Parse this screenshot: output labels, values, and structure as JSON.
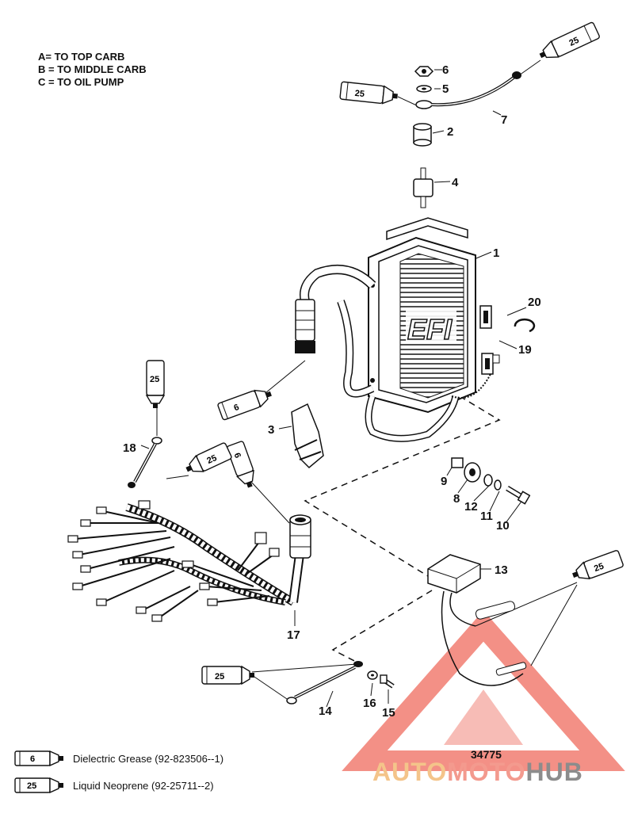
{
  "notes": {
    "a": "A= TO TOP CARB",
    "b": "B = TO MIDDLE CARB",
    "c": "C = TO OIL PUMP"
  },
  "callouts": {
    "p1": "1",
    "p2": "2",
    "p3": "3",
    "p4": "4",
    "p5": "5",
    "p6": "6",
    "p7": "7",
    "p8": "8",
    "p9": "9",
    "p10": "10",
    "p11": "11",
    "p12": "12",
    "p13": "13",
    "p14": "14",
    "p15": "15",
    "p16": "16",
    "p17": "17",
    "p18": "18",
    "p19": "19",
    "p20": "20"
  },
  "module_logo": "EFI",
  "tubes": {
    "grease": "6",
    "neoprene": "25"
  },
  "legend": {
    "grease_number": "6",
    "grease_label": "Dielectric Grease (92-823506--1)",
    "neoprene_number": "25",
    "neoprene_label": "Liquid Neoprene (92-25711--2)"
  },
  "figure_number": "34775",
  "watermark": {
    "part1": "AUTO",
    "part2": "MOTO",
    "part3": "HUB"
  },
  "colors": {
    "line": "#111111",
    "watermark_red": "#ef6b5e",
    "watermark_orange": "#f4c48a",
    "watermark_gray": "#8c8c8c"
  }
}
